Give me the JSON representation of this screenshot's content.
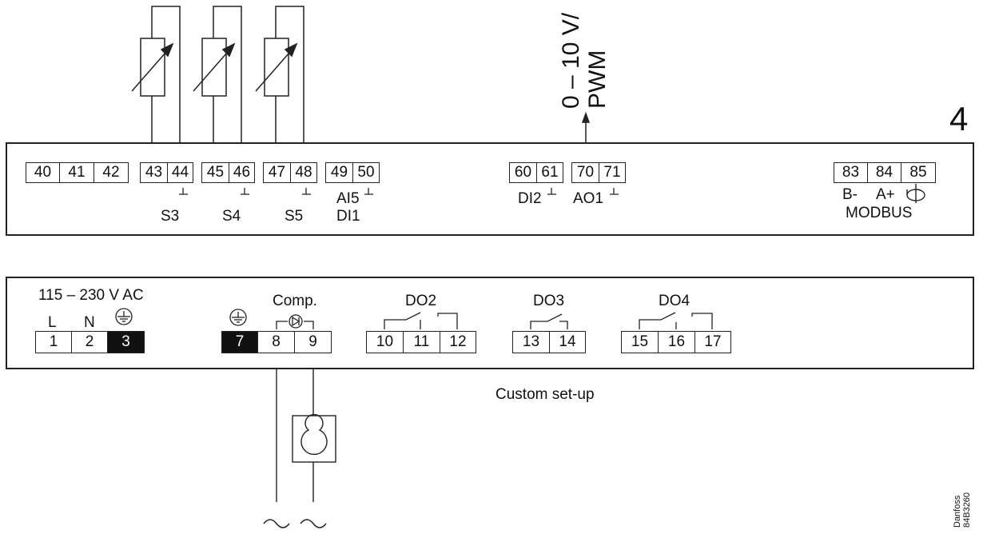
{
  "figure_number": "4",
  "upper_panel": {
    "terminals": [
      "40",
      "41",
      "42",
      "43",
      "44",
      "45",
      "46",
      "47",
      "48",
      "49",
      "50",
      "60",
      "61",
      "70",
      "71",
      "83",
      "84",
      "85"
    ],
    "labels": {
      "s3": "S3",
      "s4": "S4",
      "s5": "S5",
      "ai5": "AI5",
      "di1": "DI1",
      "di2": "DI2",
      "ao1": "AO1",
      "b_minus": "B-",
      "a_plus": "A+",
      "modbus": "MODBUS"
    },
    "output_label_line1": "0 – 10 V/",
    "output_label_line2": "PWM"
  },
  "lower_panel": {
    "supply_label": "115 – 230 V AC",
    "l_label": "L",
    "n_label": "N",
    "comp_label": "Comp.",
    "do2_label": "DO2",
    "do3_label": "DO3",
    "do4_label": "DO4",
    "terminals": [
      "1",
      "2",
      "3",
      "7",
      "8",
      "9",
      "10",
      "11",
      "12",
      "13",
      "14",
      "15",
      "16",
      "17"
    ]
  },
  "caption": "Custom set-up",
  "doc_ref_line1": "Danfoss",
  "doc_ref_line2": "84B3260",
  "colors": {
    "line": "#222222",
    "fill_dark": "#111111",
    "background": "#ffffff"
  }
}
